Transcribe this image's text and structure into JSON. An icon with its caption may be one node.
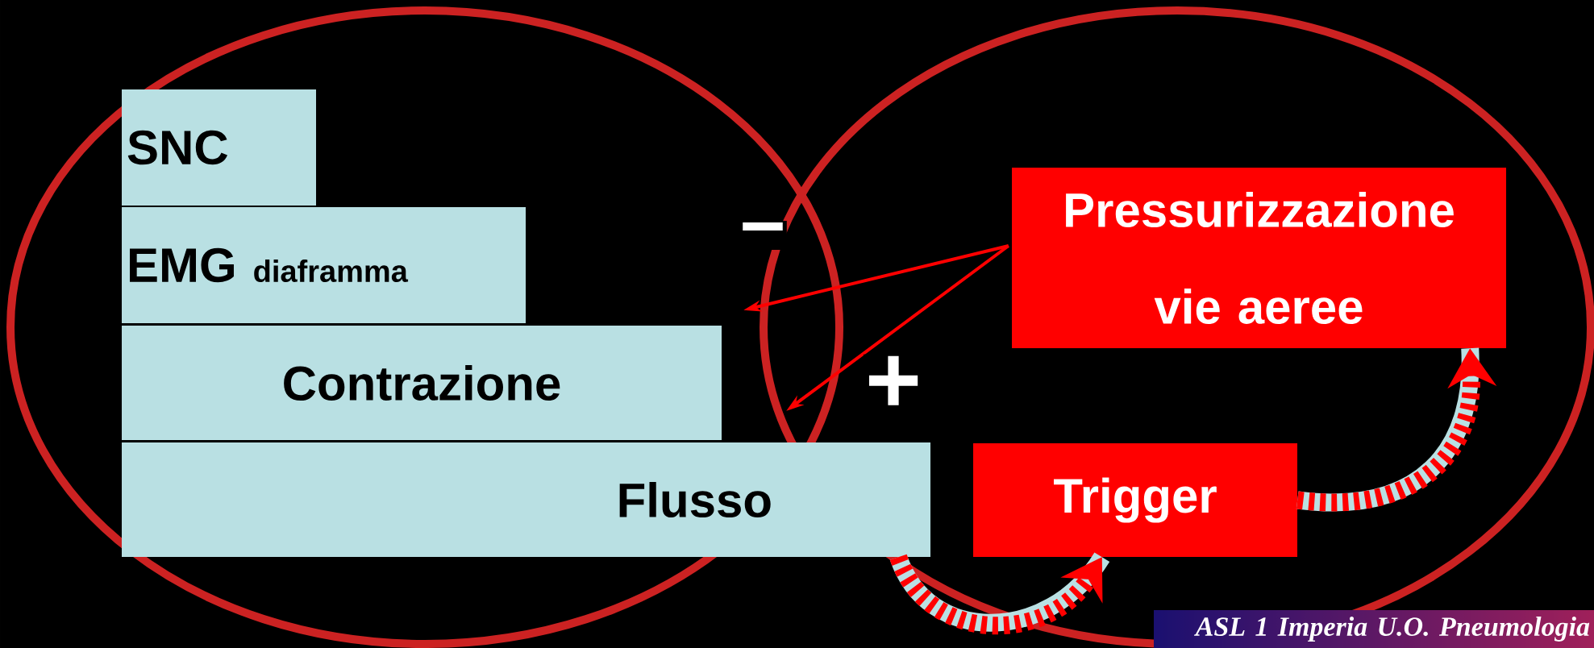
{
  "diagram": {
    "nodes": [
      {
        "text": [
          "SNC"
        ]
      },
      {
        "text": [
          "EMG",
          "diaframma"
        ]
      },
      {
        "text": [
          "Contrazione"
        ]
      },
      {
        "text": [
          "Flusso"
        ]
      },
      {
        "text": [
          "Pressurizzazione vie aeree"
        ]
      },
      {
        "text": [
          "Trigger"
        ]
      }
    ],
    "edges": [
      {
        "from": 4,
        "to": 2,
        "arrow": "to",
        "label": "–"
      },
      {
        "from": 4,
        "to": 3,
        "arrow": "to",
        "label": "+"
      },
      {
        "from": 3,
        "to": 5,
        "arrow": "to",
        "style": "thick",
        "color": "#b9e0e3"
      },
      {
        "from": 5,
        "to": 4,
        "arrow": "to",
        "style": "thick",
        "color": "#b9e0e3"
      }
    ],
    "labels": [
      "ASL 1 Imperia U.O. Pneumologia"
    ]
  }
}
